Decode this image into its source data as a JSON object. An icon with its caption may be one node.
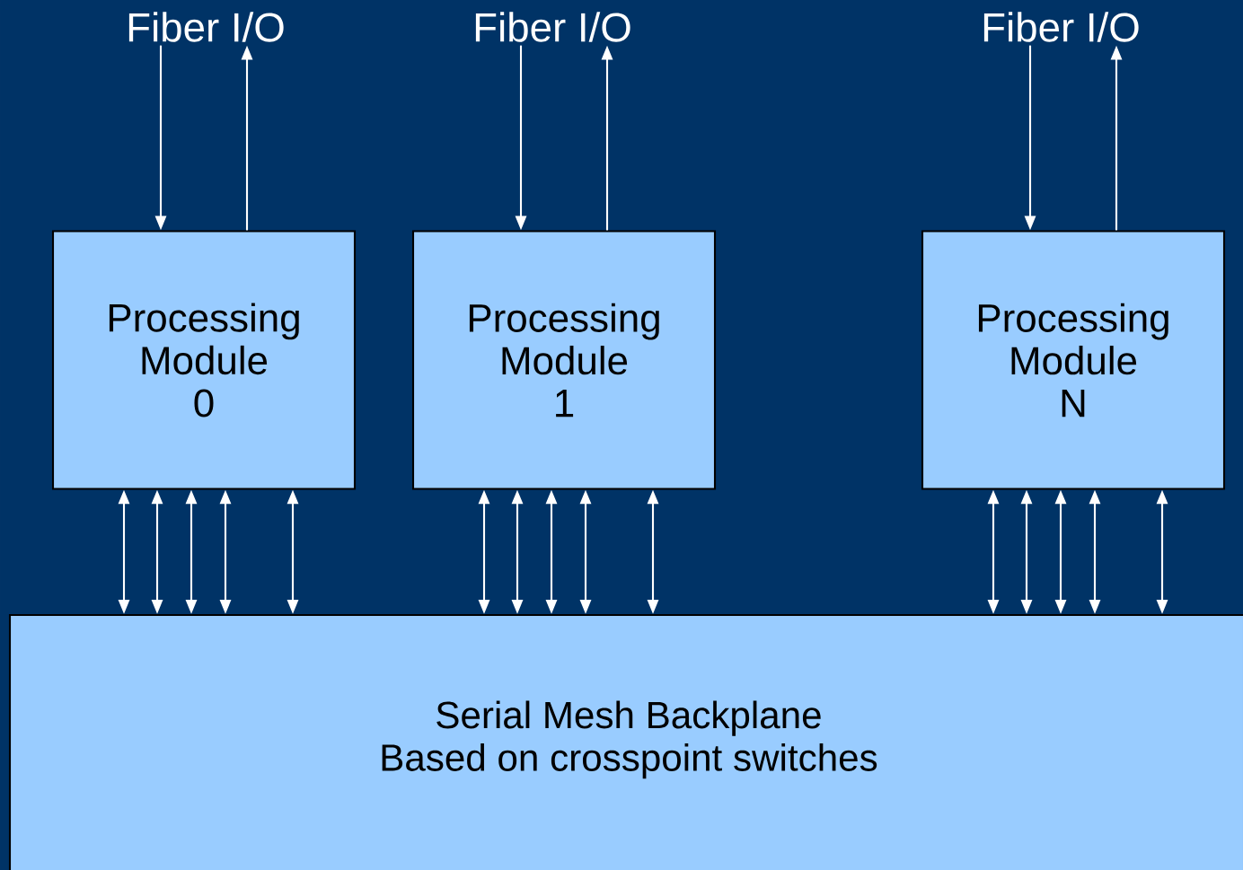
{
  "diagram": {
    "nodes": [
      {
        "text": [
          "Fiber I/O"
        ]
      },
      {
        "text": [
          "Fiber I/O"
        ]
      },
      {
        "text": [
          "Fiber I/O"
        ]
      },
      {
        "text": [
          "Processing Module",
          "0"
        ]
      },
      {
        "text": [
          "Processing Module",
          "1"
        ]
      },
      {
        "text": [
          "Processing Module",
          "N"
        ]
      },
      {
        "text": [
          "Serial Mesh Backplane",
          "Based on crosspoint switches"
        ]
      }
    ],
    "edges": [
      {
        "from": 0,
        "to": 3,
        "arrow": "to"
      },
      {
        "from": 3,
        "to": 0,
        "arrow": "to"
      },
      {
        "from": 1,
        "to": 4,
        "arrow": "to"
      },
      {
        "from": 4,
        "to": 1,
        "arrow": "to"
      },
      {
        "from": 2,
        "to": 5,
        "arrow": "to"
      },
      {
        "from": 5,
        "to": 2,
        "arrow": "to"
      },
      {
        "from": 3,
        "to": 6,
        "arrow": "both"
      },
      {
        "from": 3,
        "to": 6,
        "arrow": "both"
      },
      {
        "from": 3,
        "to": 6,
        "arrow": "both"
      },
      {
        "from": 3,
        "to": 6,
        "arrow": "both"
      },
      {
        "from": 3,
        "to": 6,
        "arrow": "both"
      },
      {
        "from": 4,
        "to": 6,
        "arrow": "both"
      },
      {
        "from": 4,
        "to": 6,
        "arrow": "both"
      },
      {
        "from": 4,
        "to": 6,
        "arrow": "both"
      },
      {
        "from": 4,
        "to": 6,
        "arrow": "both"
      },
      {
        "from": 4,
        "to": 6,
        "arrow": "both"
      },
      {
        "from": 5,
        "to": 6,
        "arrow": "both"
      },
      {
        "from": 5,
        "to": 6,
        "arrow": "both"
      },
      {
        "from": 5,
        "to": 6,
        "arrow": "both"
      },
      {
        "from": 5,
        "to": 6,
        "arrow": "both"
      },
      {
        "from": 5,
        "to": 6,
        "arrow": "both"
      }
    ]
  }
}
